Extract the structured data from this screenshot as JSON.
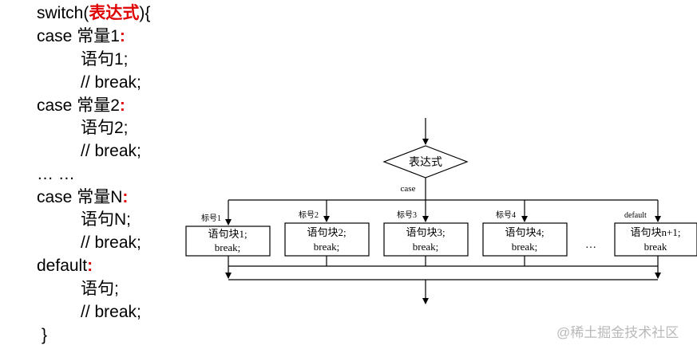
{
  "code": {
    "switch_kw": "switch(",
    "switch_expr": "表达式",
    "switch_end": "){",
    "case1_kw": "case 常量1",
    "case1_stmt": "语句1;",
    "case1_break": "// break;",
    "case2_kw": "case 常量2",
    "case2_stmt": "语句2;",
    "case2_break": "// break;",
    "ellipsis": "… …",
    "caseN_kw": "case 常量N",
    "caseN_stmt": "语句N;",
    "caseN_break": "// break;",
    "default_kw": "default",
    "default_stmt": "语句;",
    "default_break": "// break;",
    "close_brace": "}",
    "colon": ":"
  },
  "diagram": {
    "decision": "表达式",
    "case_label": "case",
    "branch_labels": [
      "标号1",
      "标号2",
      "标号3",
      "标号4",
      "default"
    ],
    "blocks": [
      {
        "stmt": "语句块1;",
        "brk": "break;"
      },
      {
        "stmt": "语句块2;",
        "brk": "break;"
      },
      {
        "stmt": "语句块3;",
        "brk": "break;"
      },
      {
        "stmt": "语句块4;",
        "brk": "break;"
      },
      {
        "stmt": "语句块n+1;",
        "brk": "break"
      }
    ],
    "dots": "…"
  },
  "watermark": "@稀土掘金技术社区"
}
